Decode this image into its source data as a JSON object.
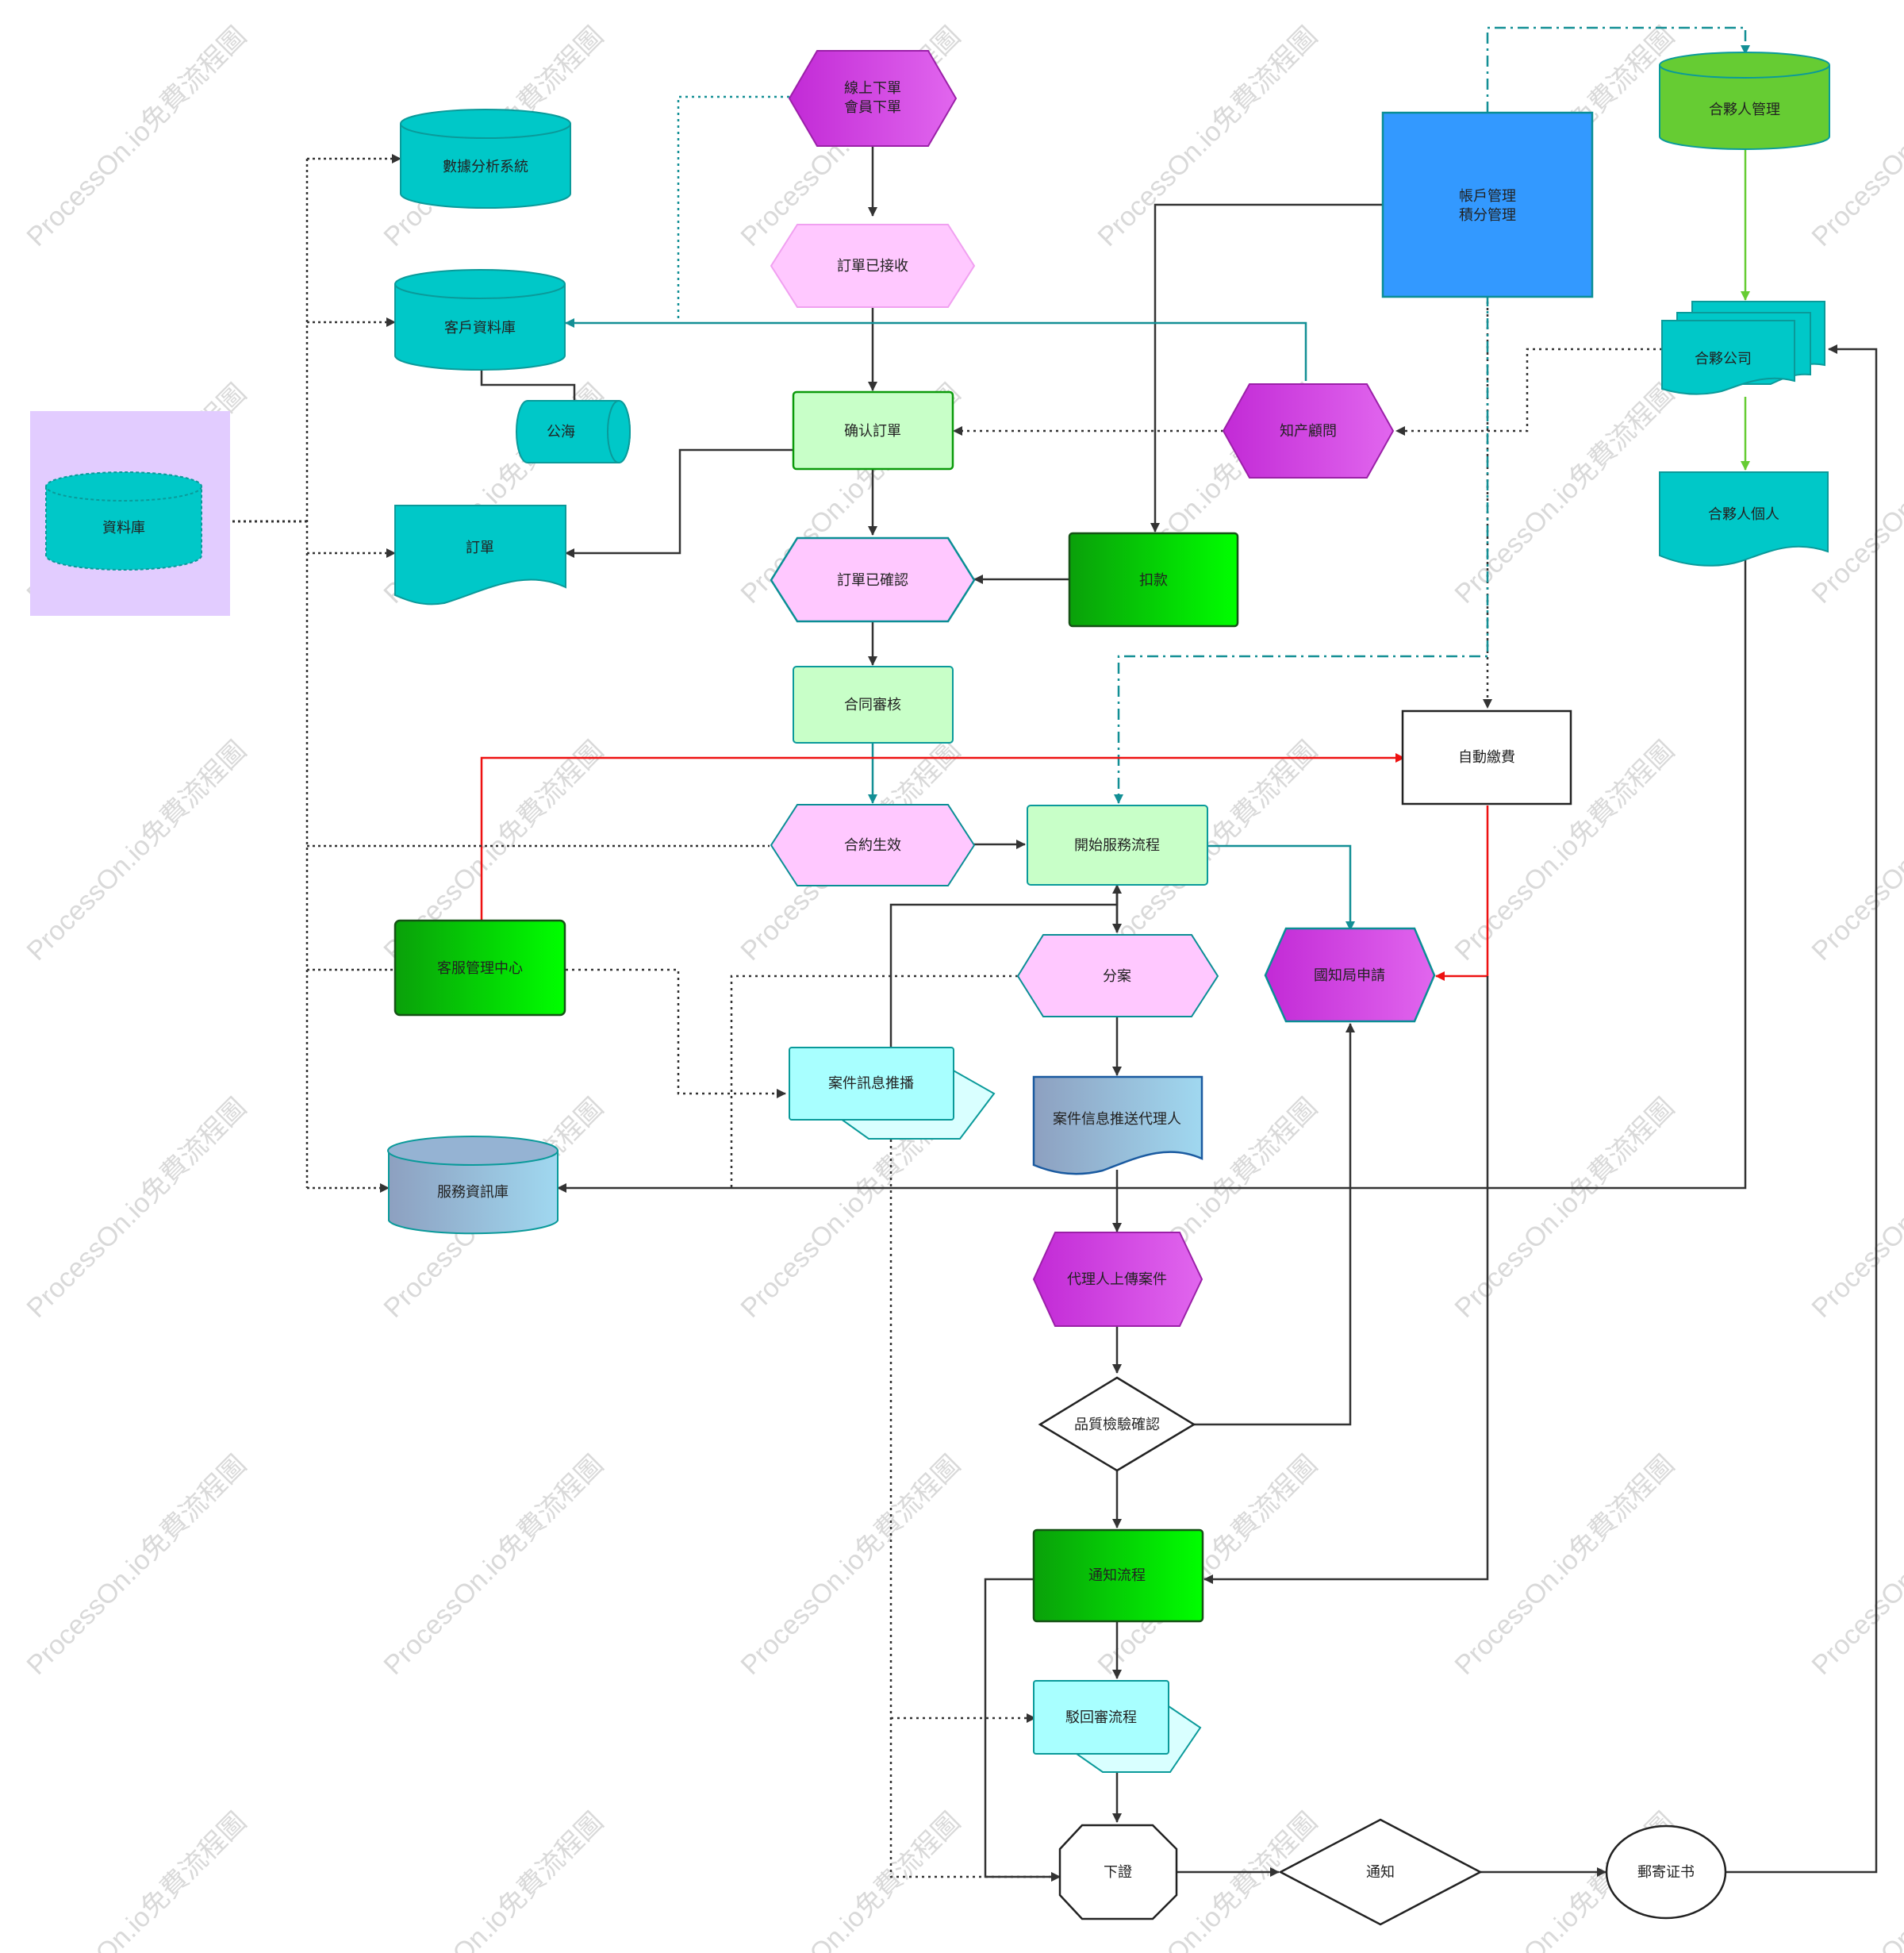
{
  "colors": {
    "teal": "#00c8c8",
    "teal_stroke": "#0a9a9a",
    "magenta": "#cc33dd",
    "magenta_stroke": "#9b20a8",
    "pink": "#ffc8ff",
    "pink_stroke": "#d88be0",
    "pale_green": "#c8ffc8",
    "green_dark": "#0aa00a",
    "green_bright": "#00ff00",
    "olive_green": "#66cc33",
    "blue": "#3399ff",
    "gradient_blue_a": "#8da0c0",
    "gradient_blue_b": "#a0d8f0",
    "light_cyan": "#a8ffff",
    "lavender_bg": "#e2ccff",
    "red_line": "#ee1111",
    "dark_line": "#333333",
    "teal_line": "#138f95"
  },
  "nodes": {
    "online_order": [
      "線上下單",
      "會員下單"
    ],
    "order_received": "訂單已接收",
    "confirm_order": "确认訂單",
    "order_confirmed": "訂單已確認",
    "contract_review": "合同審核",
    "contract_effective": "合約生效",
    "start_service": "開始服務流程",
    "assign_case": "分案",
    "case_push_agent": "案件信息推送代理人",
    "agent_upload": "代理人上傳案件",
    "quality_check": "品質檢驗確認",
    "notify_process": "通知流程",
    "reject_review": "駁回審流程",
    "issue_cert": "下證",
    "notice": "通知",
    "mail_cert": "郵寄证书",
    "data_analysis": "數據分析系統",
    "customer_db": "客戶資料庫",
    "public_sea": "公海",
    "database": "資料庫",
    "orders": "訂單",
    "cs_center": "客服管理中心",
    "case_push": "案件訊息推播",
    "service_db": "服務資訊庫",
    "account_mgmt": [
      "帳戶管理",
      "積分管理"
    ],
    "ip_consultant": "知产顧問",
    "deduction": "扣款",
    "auto_pay": "自動繳費",
    "ipo_apply": "國知局申請",
    "partner_mgmt": "合夥人管理",
    "partner_company": "合夥公司",
    "partner_individual": "合夥人個人"
  },
  "watermark": "ProcessOn.io免費流程圖"
}
